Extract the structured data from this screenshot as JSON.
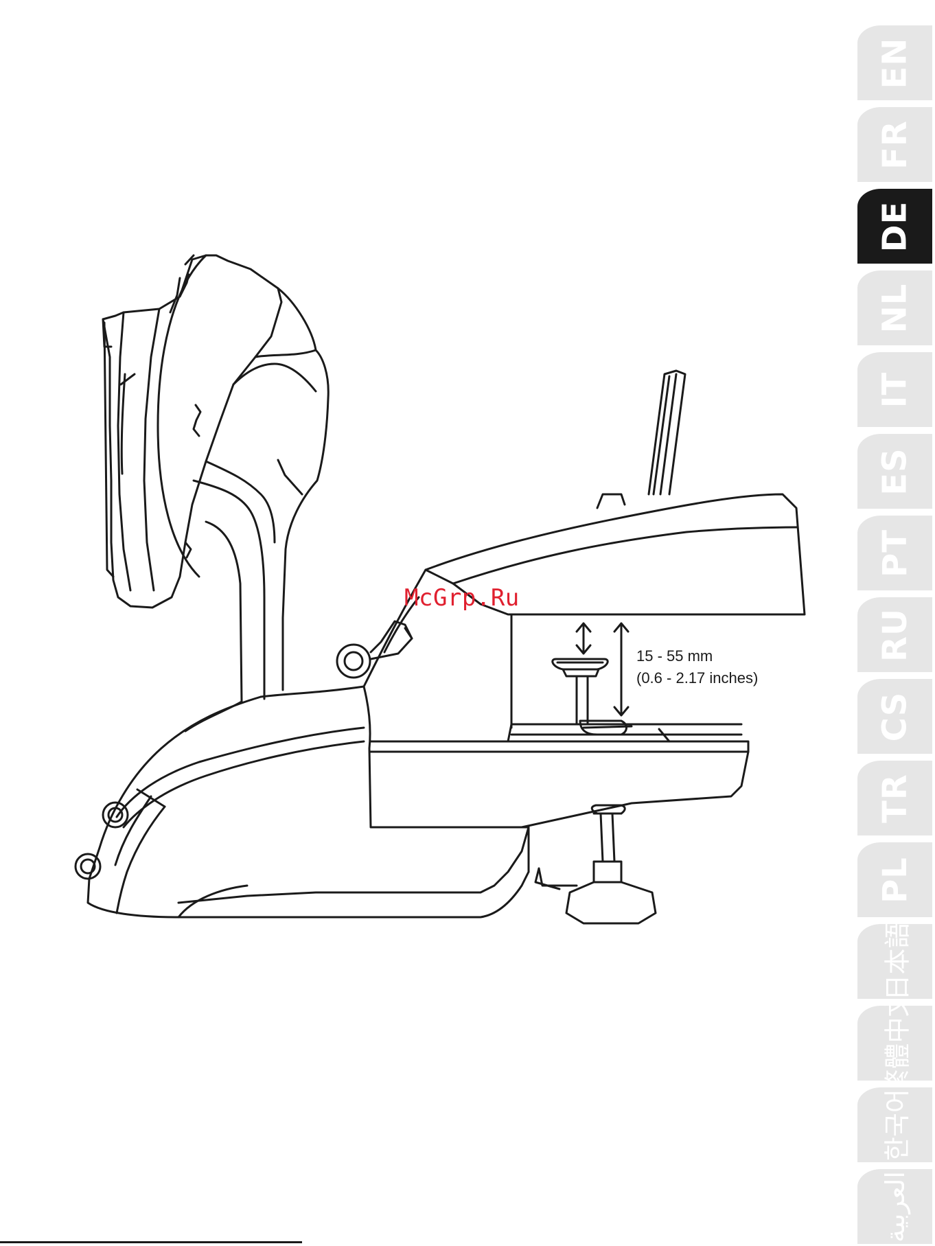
{
  "languages": [
    {
      "code": "EN",
      "active": false
    },
    {
      "code": "FR",
      "active": false
    },
    {
      "code": "DE",
      "active": true
    },
    {
      "code": "NL",
      "active": false
    },
    {
      "code": "IT",
      "active": false
    },
    {
      "code": "ES",
      "active": false
    },
    {
      "code": "PT",
      "active": false
    },
    {
      "code": "RU",
      "active": false
    },
    {
      "code": "CS",
      "active": false
    },
    {
      "code": "TR",
      "active": false
    },
    {
      "code": "PL",
      "active": false
    },
    {
      "code": "日本語",
      "active": false
    },
    {
      "code": "繁體中文",
      "active": false
    },
    {
      "code": "한국어",
      "active": false
    },
    {
      "code": "العربية",
      "active": false
    }
  ],
  "watermark": "McGrp.Ru",
  "measurement": {
    "metric": "15 - 55 mm",
    "imperial": "(0.6 - 2.17  inches)"
  },
  "colors": {
    "tab_inactive": "#e6e6e6",
    "tab_active": "#1a1a1a",
    "watermark": "#e0202f",
    "line": "#1a1a1a"
  }
}
